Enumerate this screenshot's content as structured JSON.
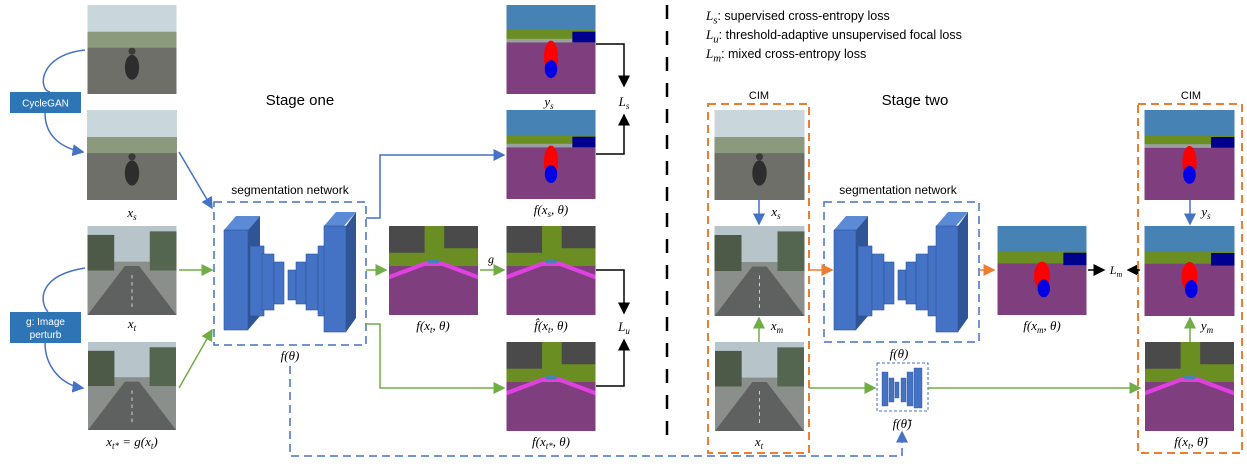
{
  "legend": [
    {
      "symbol": "L",
      "sub": "s",
      "text": ": supervised cross-entropy loss"
    },
    {
      "symbol": "L",
      "sub": "u",
      "text": ": threshold-adaptive unsupervised focal loss"
    },
    {
      "symbol": "L",
      "sub": "m",
      "text": ": mixed cross-entropy loss"
    }
  ],
  "stages": {
    "one": "Stage one",
    "two": "Stage two"
  },
  "boxes": {
    "cyclegan": "CycleGAN",
    "perturb_line1": "g: Image",
    "perturb_line2": "perturb",
    "cim": "CIM"
  },
  "network_label": "segmentation network",
  "image_labels": {
    "xs": "x_s",
    "xt": "x_t",
    "xt_star": "x_t* = g(x_t)",
    "ys": "y_s",
    "f_xs": "f(x_s, θ)",
    "f_xt": "f(x_t, θ)",
    "fhat_xt": "f̂(x_t, θ)",
    "f_xtstar": "f(x_t*, θ)",
    "f_theta": "f(θ)",
    "xm": "x_m",
    "f_xm": "f(x_m, θ)",
    "f_theta_tilde": "f(θ̃)",
    "f_xt_tilde": "f(x_t, θ̃)",
    "ym": "y_m",
    "g": "g"
  },
  "losses": {
    "ls": "L_s",
    "lu": "L_u",
    "lm": "L_m"
  },
  "colors": {
    "blue_arrow": "#4472c4",
    "green_arrow": "#70ad47",
    "orange": "#ed7d31",
    "box_fill": "#2e75b6",
    "net_fill": "#4472c4",
    "seg_purple": "#7f3f7f",
    "seg_magenta": "#e040e0",
    "seg_green": "#6b8e23",
    "seg_sky": "#4682b4"
  }
}
